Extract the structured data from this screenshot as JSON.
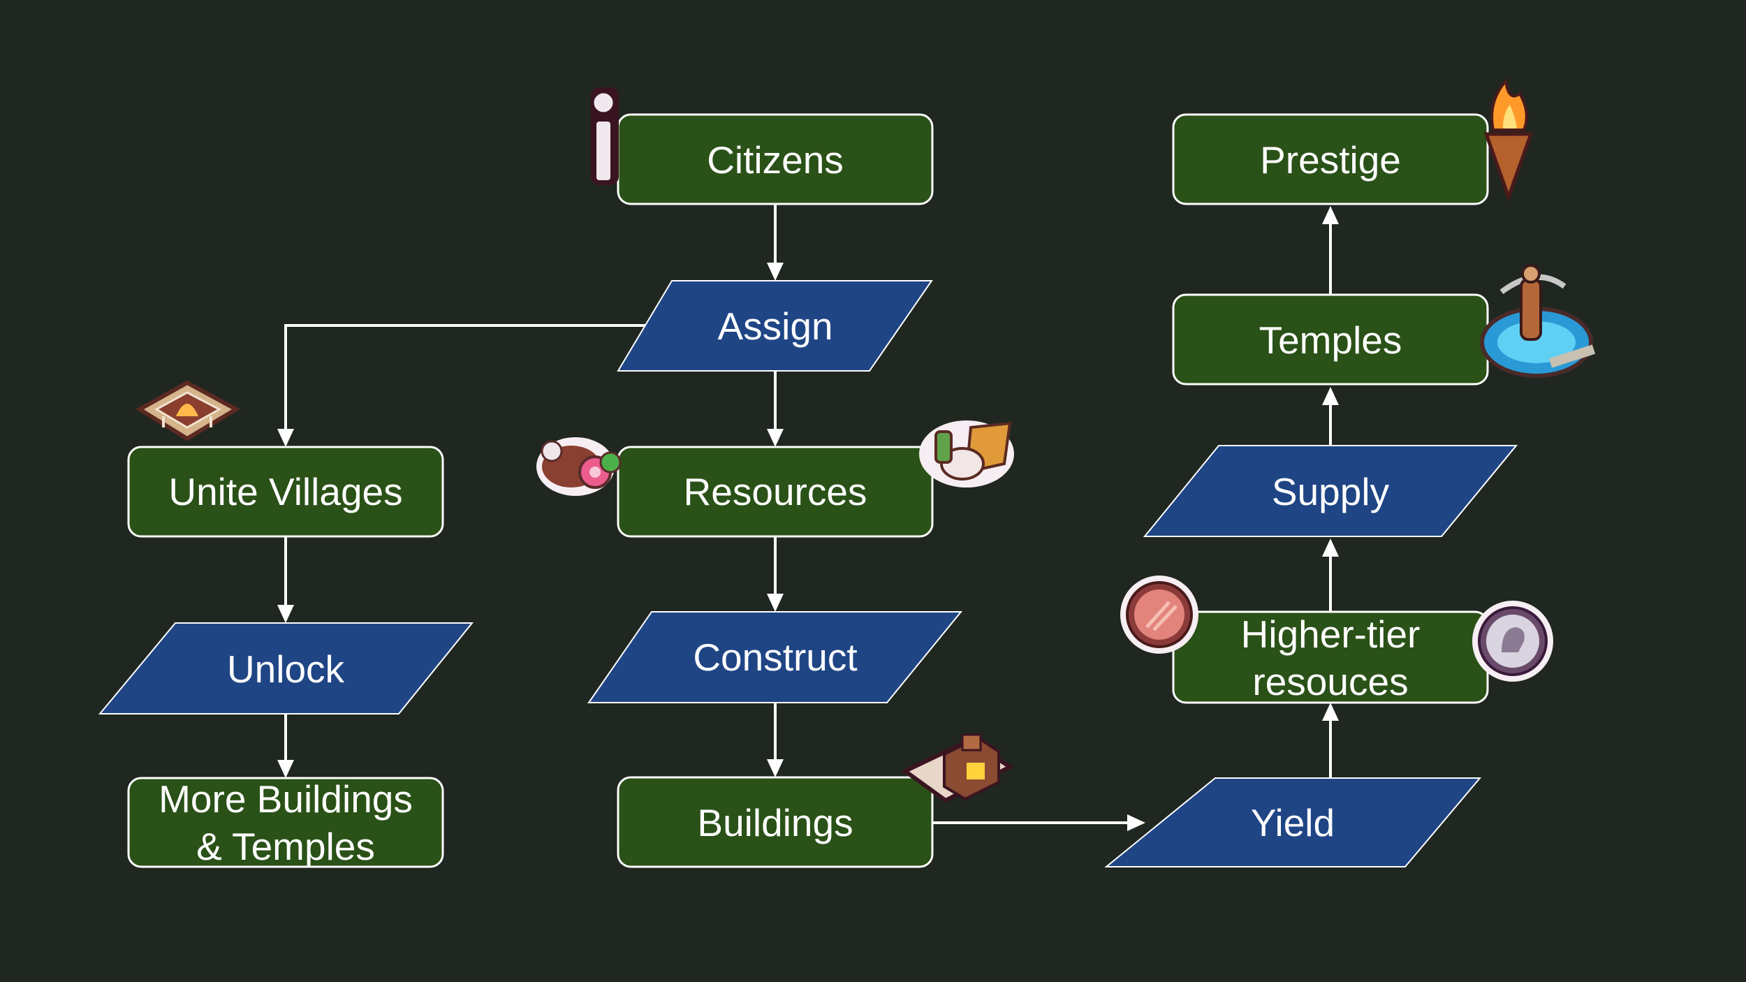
{
  "colors": {
    "background": "#1f2720",
    "process_fill": "#2a5117",
    "action_fill": "#1f4585",
    "stroke": "#ffffff",
    "text": "#ffffff"
  },
  "nodes": {
    "citizens": {
      "lines": [
        "Citizens"
      ],
      "kind": "process"
    },
    "assign": {
      "lines": [
        "Assign"
      ],
      "kind": "action"
    },
    "resources": {
      "lines": [
        "Resources"
      ],
      "kind": "process"
    },
    "construct": {
      "lines": [
        "Construct"
      ],
      "kind": "action"
    },
    "buildings": {
      "lines": [
        "Buildings"
      ],
      "kind": "process"
    },
    "unite_villages": {
      "lines": [
        "Unite Villages"
      ],
      "kind": "process"
    },
    "unlock": {
      "lines": [
        "Unlock"
      ],
      "kind": "action"
    },
    "more_buildings": {
      "lines": [
        "More Buildings",
        "& Temples"
      ],
      "kind": "process"
    },
    "yield": {
      "lines": [
        "Yield"
      ],
      "kind": "action"
    },
    "higher_tier": {
      "lines": [
        "Higher-tier",
        "resouces"
      ],
      "kind": "process"
    },
    "supply": {
      "lines": [
        "Supply"
      ],
      "kind": "action"
    },
    "temples": {
      "lines": [
        "Temples"
      ],
      "kind": "process"
    },
    "prestige": {
      "lines": [
        "Prestige"
      ],
      "kind": "process"
    }
  },
  "edges": [
    {
      "from": "citizens",
      "to": "assign"
    },
    {
      "from": "assign",
      "to": "resources"
    },
    {
      "from": "assign",
      "to": "unite_villages"
    },
    {
      "from": "resources",
      "to": "construct"
    },
    {
      "from": "construct",
      "to": "buildings"
    },
    {
      "from": "unite_villages",
      "to": "unlock"
    },
    {
      "from": "unlock",
      "to": "more_buildings"
    },
    {
      "from": "buildings",
      "to": "yield"
    },
    {
      "from": "yield",
      "to": "higher_tier"
    },
    {
      "from": "higher_tier",
      "to": "supply"
    },
    {
      "from": "supply",
      "to": "temples"
    },
    {
      "from": "temples",
      "to": "prestige"
    }
  ],
  "icons": [
    {
      "name": "citizen-figure-icon"
    },
    {
      "name": "village-shrine-icon"
    },
    {
      "name": "meat-and-fruit-icon"
    },
    {
      "name": "goods-sack-icon"
    },
    {
      "name": "forge-workshop-icon"
    },
    {
      "name": "bronze-coin-icon"
    },
    {
      "name": "silver-coin-icon"
    },
    {
      "name": "statue-fountain-icon"
    },
    {
      "name": "torch-flame-icon"
    }
  ]
}
